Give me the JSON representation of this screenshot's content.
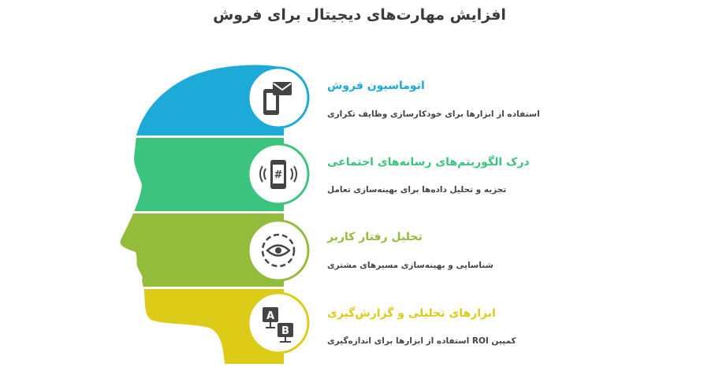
{
  "title": "افزایش مهارت‌های دیجیتال برای فروش",
  "colors": {
    "text": "#444444",
    "blue": "#1eaad9",
    "green": "#3cc47f",
    "lime": "#93bc3a",
    "yellow": "#dccb17"
  },
  "items": [
    {
      "title": "اتوماسیون فروش",
      "description": "استفاده از ابزارها برای خودکارسازی وظایف تکراری",
      "icon": "phone-mail-icon",
      "color": "#1eaad9"
    },
    {
      "title": "درک الگوریتم‌های رسانه‌های اجتماعی",
      "description": "تجزیه و تحلیل داده‌ها برای بهینه‌سازی تعامل",
      "icon": "phone-hashtag-icon",
      "color": "#3cc47f"
    },
    {
      "title": "تحلیل رفتار کاربر",
      "description": "شناسایی و بهینه‌سازی مسیرهای مشتری",
      "icon": "eye-cycle-icon",
      "color": "#93bc3a"
    },
    {
      "title": "ابزارهای تحلیلی و گزارش‌گیری",
      "description": "کمپین ROI استفاده از ابزارها برای اندازه‌گیری",
      "icon": "ab-test-icon",
      "color": "#dccb17"
    }
  ]
}
